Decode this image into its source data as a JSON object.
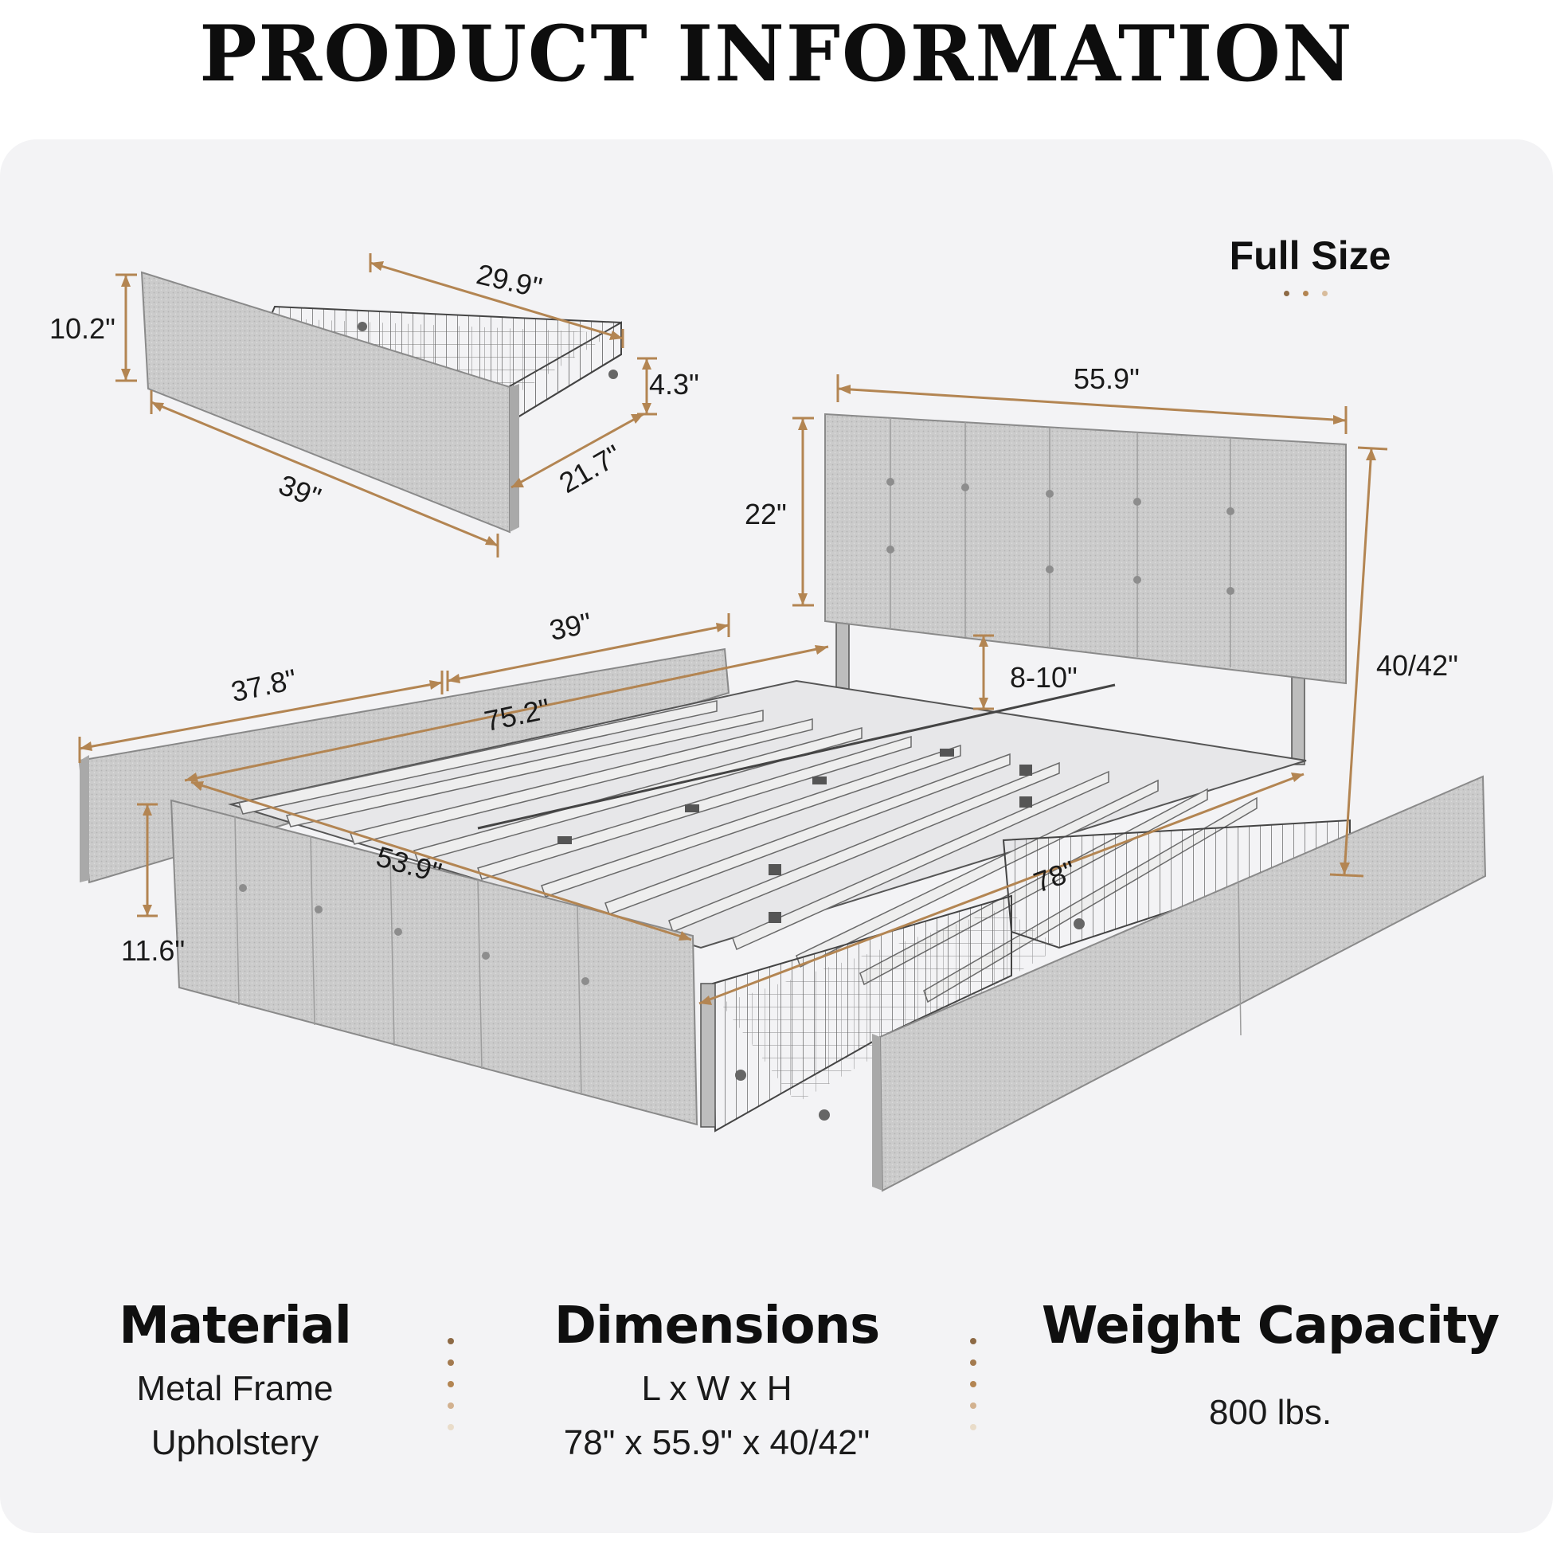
{
  "title": "PRODUCT INFORMATION",
  "size_label": "Full Size",
  "colors": {
    "accent": "#b38552",
    "dot_dark": "#8d6a45",
    "dot_mid": "#c7a27a",
    "dot_light": "#e6d3bd",
    "panel_bg": "#f3f3f5",
    "fabric": "#c9c9c9",
    "line": "#4a4a4a"
  },
  "drawer_dims": {
    "width": "29.9\"",
    "front_height": "10.2\"",
    "basket_height": "4.3\"",
    "depth": "21.7\"",
    "front_length": "39\""
  },
  "bed_dims": {
    "headboard_width": "55.9\"",
    "headboard_height": "22\"",
    "total_height": "40/42\"",
    "adjust": "8-10\"",
    "side_right": "39\"",
    "side_left": "37.8\"",
    "inner_length": "75.2\"",
    "inner_width": "53.9\"",
    "length": "78\"",
    "clearance": "11.6\""
  },
  "specs": {
    "material": {
      "title": "Material",
      "lines": [
        "Metal Frame",
        "Upholstery"
      ]
    },
    "dimensions": {
      "title": "Dimensions",
      "lines": [
        "L x W x H",
        "78\" x 55.9\" x 40/42\""
      ]
    },
    "weight": {
      "title": "Weight Capacity",
      "lines": [
        "800 lbs."
      ]
    }
  }
}
